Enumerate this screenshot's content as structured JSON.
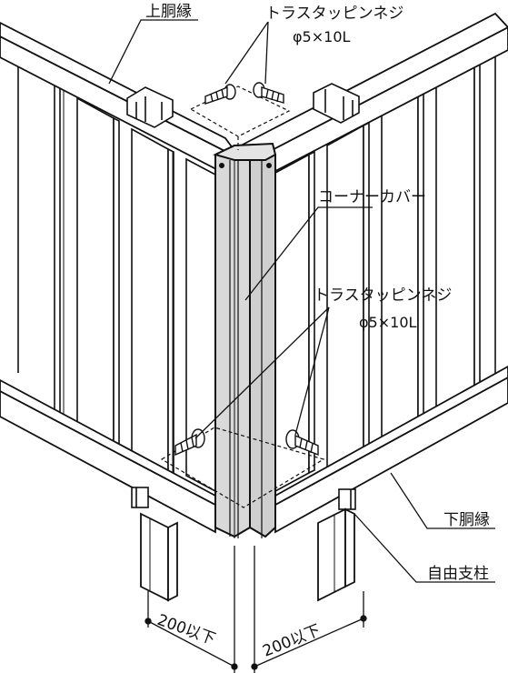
{
  "labels": {
    "upper_rail": "上胴縁",
    "screw_top_name": "トラスタッピンネジ",
    "screw_top_spec": "φ5×10L",
    "corner_cover": "コーナーカバー",
    "screw_mid_name": "トラスタッピンネジ",
    "screw_mid_spec": "φ5×10L",
    "lower_rail": "下胴縁",
    "free_post": "自由支柱",
    "dim_left": "200以下",
    "dim_right": "200以下"
  }
}
